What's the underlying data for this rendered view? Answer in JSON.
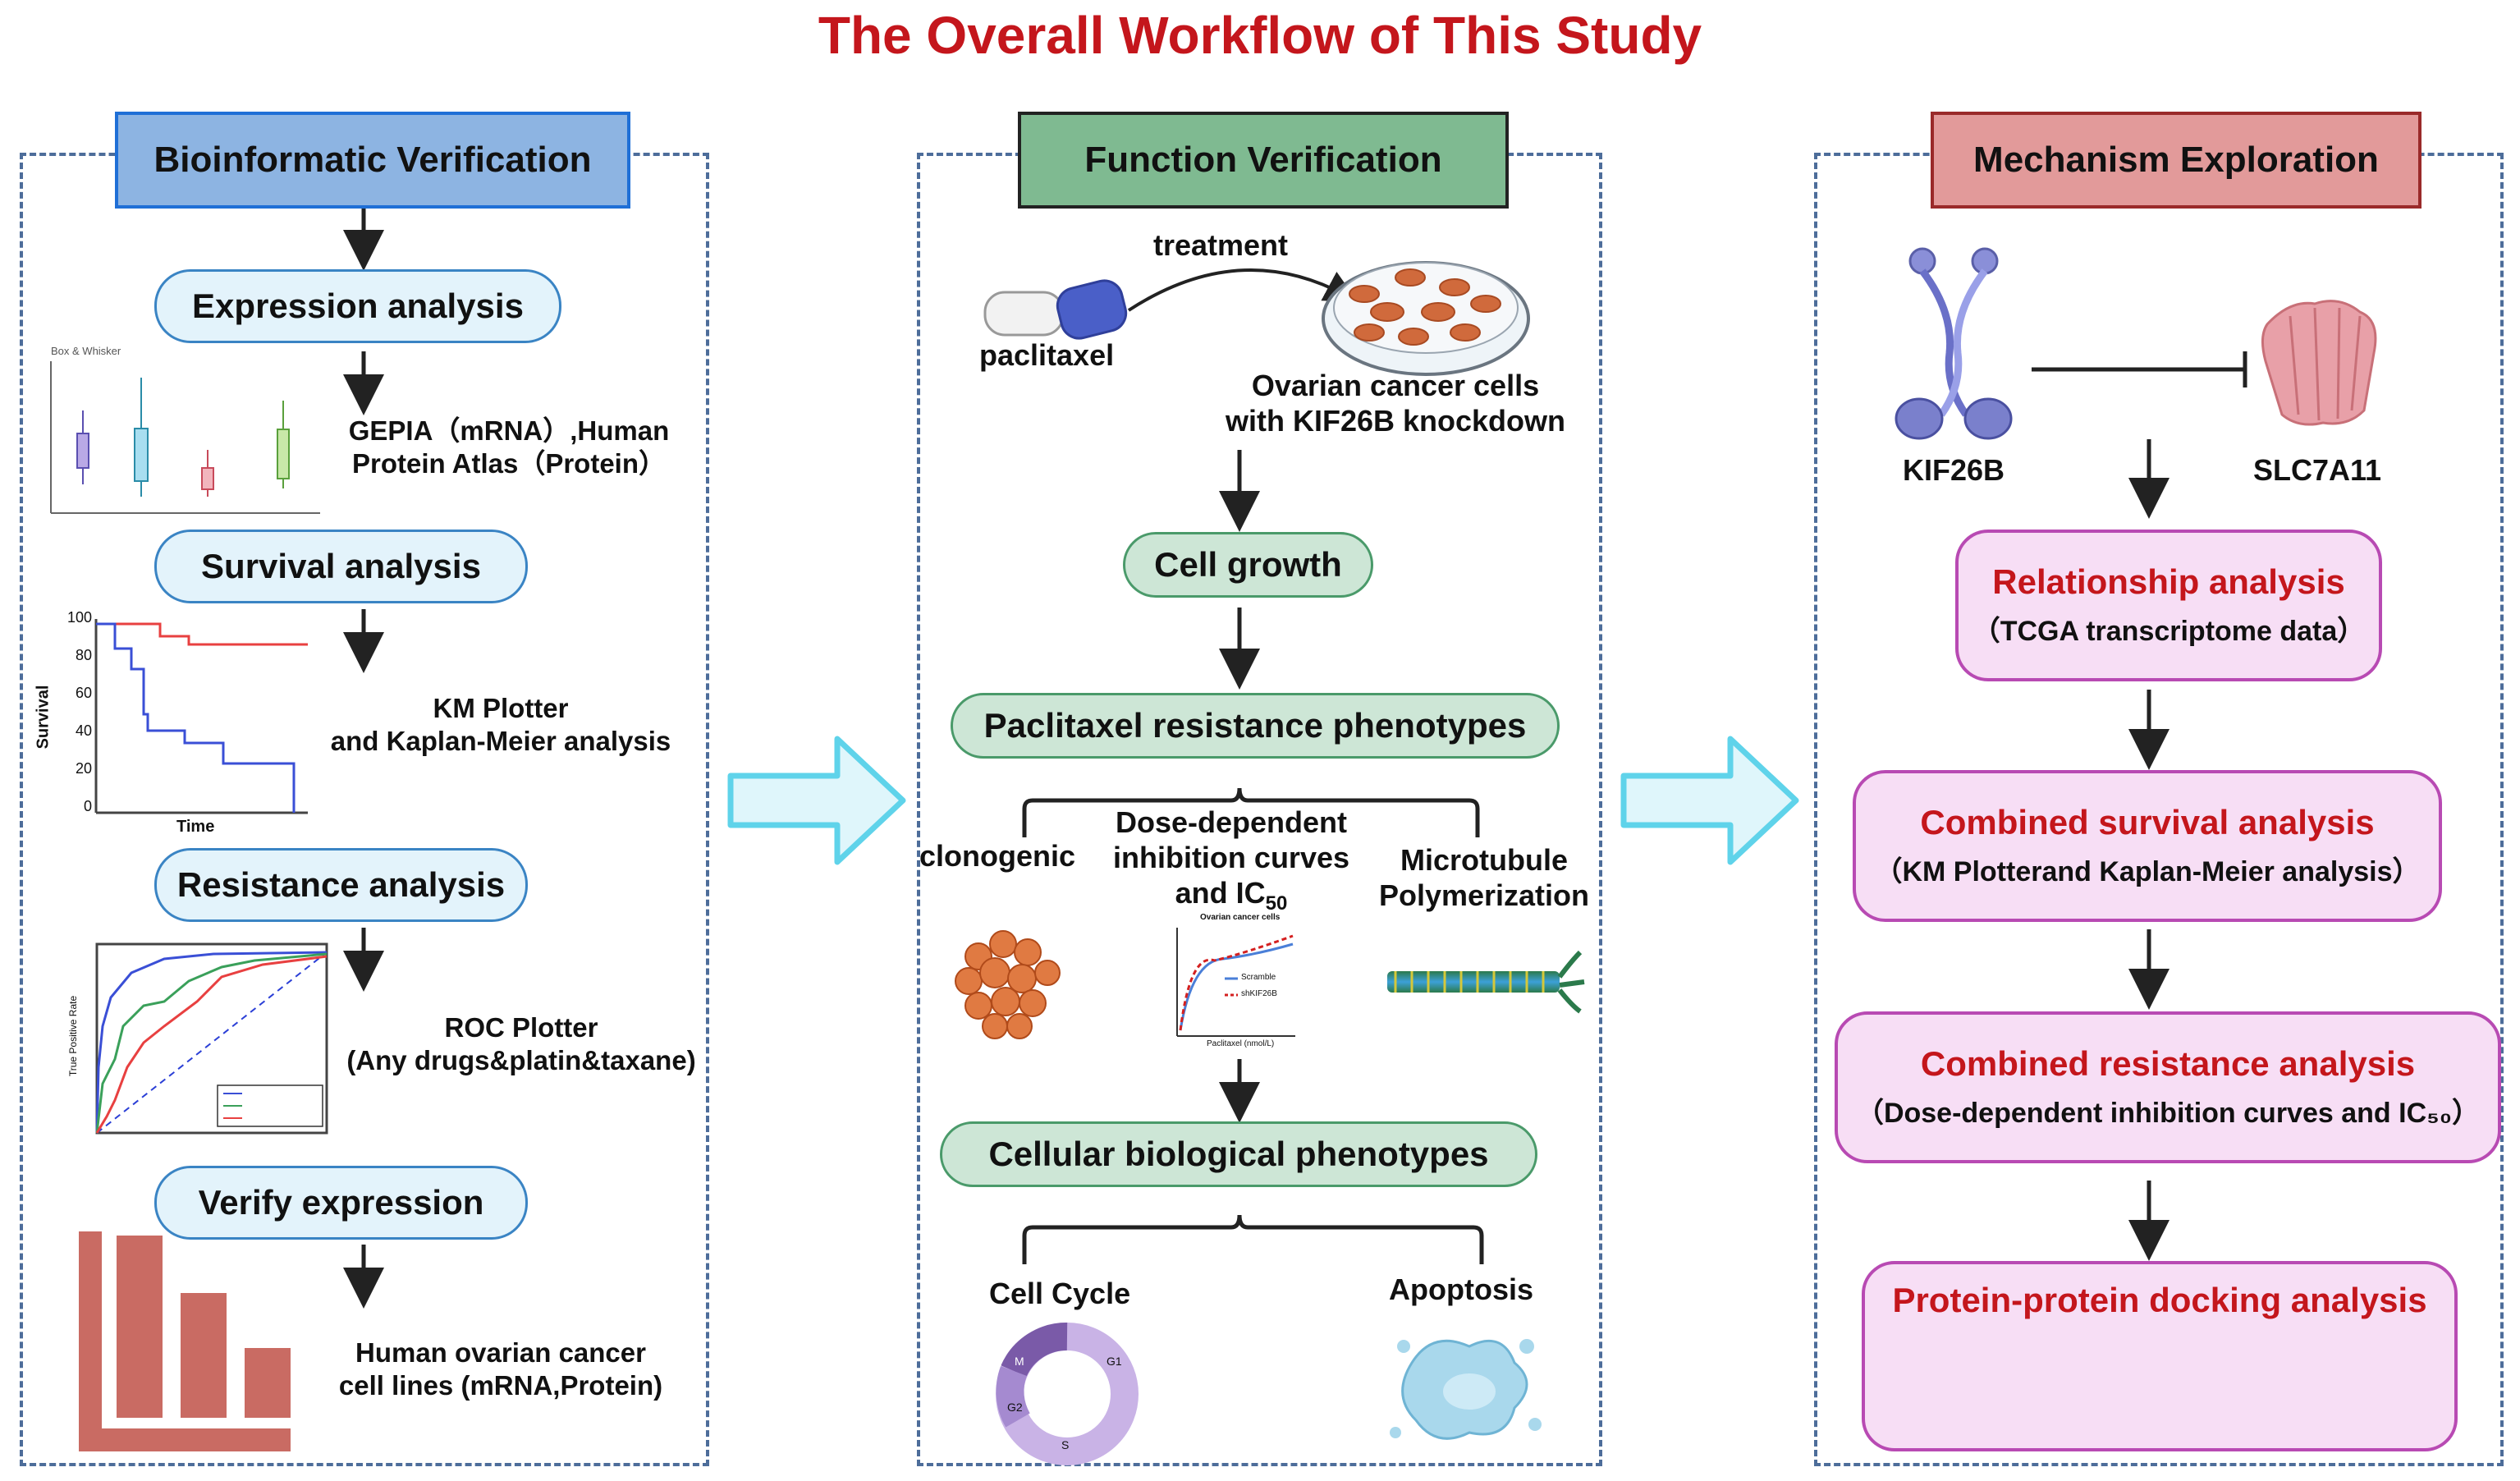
{
  "title": "The Overall Workflow of This Study",
  "left": {
    "header": "Bioinformatic  Verification",
    "expression_pill": "Expression analysis",
    "box_chart_title": "Box & Whisker",
    "expression_desc_line1": "GEPIA（mRNA）,Human",
    "expression_desc_line2": "Protein Atlas（Protein）",
    "survival_pill": "Survival analysis",
    "km_ylabel": "Survival",
    "km_xlabel": "Time",
    "km_ticks": [
      "100",
      "80",
      "60",
      "40",
      "20",
      "0"
    ],
    "survival_desc_line1": "KM Plotter",
    "survival_desc_line2": "and Kaplan-Meier analysis",
    "resistance_pill": "Resistance analysis",
    "roc_ylabel": "True Positive Rate",
    "resistance_desc_line1": "ROC Plotter",
    "resistance_desc_line2": "(Any drugs&platin&taxane)",
    "verify_pill": "Verify  expression",
    "verify_desc_line1": "Human ovarian cancer",
    "verify_desc_line2": "cell lines (mRNA,Protein)"
  },
  "middle": {
    "header": "Function Verification",
    "treatment": "treatment",
    "paclitaxel": "paclitaxel",
    "cells_line1": "Ovarian cancer cells",
    "cells_line2": "with KIF26B knockdown",
    "cell_growth": "Cell growth",
    "resistance_phenotypes": "Paclitaxel resistance phenotypes",
    "clonogenic": "clonogenic",
    "dose_line1": "Dose-dependent",
    "dose_line2": "inhibition curves",
    "dose_line3": "and IC",
    "dose_sub": "50",
    "micro_line1": "Microtubule",
    "micro_line2": "Polymerization",
    "ic50_chart_title": "Ovarian cancer cells",
    "ic50_legend": [
      "Scramble",
      "shKIF26B"
    ],
    "ic50_xlabel": "Paclitaxel (nmol/L)",
    "biological": "Cellular biological phenotypes",
    "cell_cycle": "Cell Cycle",
    "apoptosis": "Apoptosis",
    "cycle_labels": [
      "M",
      "G1",
      "G2",
      "S"
    ]
  },
  "right": {
    "header": "Mechanism Exploration",
    "kif26b": "KIF26B",
    "slc7a11": "SLC7A11",
    "box1_title": "Relationship analysis",
    "box1_sub": "（TCGA transcriptome data）",
    "box2_title": "Combined survival analysis",
    "box2_sub": "（KM Plotterand Kaplan-Meier analysis）",
    "box3_title": "Combined resistance analysis",
    "box3_sub": "（Dose-dependent inhibition curves and IC₅₀）",
    "box4_title": "Protein-protein docking analysis"
  },
  "colors": {
    "title_red": "#c4161c",
    "header_blue": "#8db4e2",
    "header_green": "#7fba91",
    "header_pink": "#e29a9a",
    "pill_blue": "#e3f3fb",
    "pill_green": "#cde6d6",
    "pill_pink": "#f7def5",
    "dashed_border": "#4d6d9a"
  }
}
